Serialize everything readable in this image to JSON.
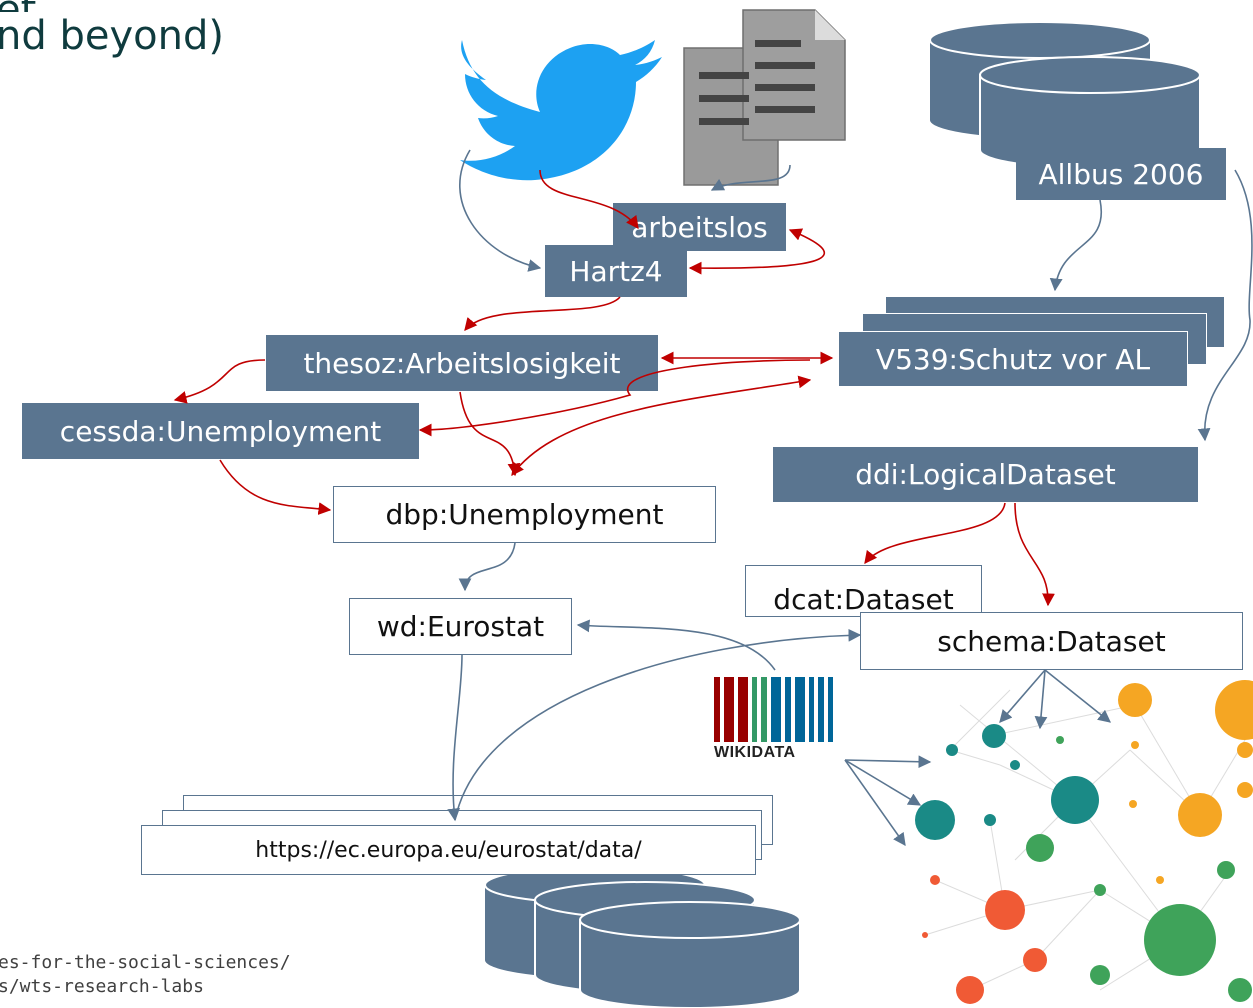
{
  "header": {
    "title_line1": "et",
    "title_line2": "nd beyond)"
  },
  "footer": {
    "line1": "es-for-the-social-sciences/",
    "line2": "s/wts-research-labs"
  },
  "nodes": {
    "arbeitslos": "arbeitslos",
    "hartz4": "Hartz4",
    "allbus": "Allbus 2006",
    "thesoz": "thesoz:Arbeitslosigkeit",
    "v539": "V539:Schutz vor AL",
    "cessda": "cessda:Unemployment",
    "ddi": "ddi:LogicalDataset",
    "dbp": "dbp:Unemployment",
    "dcat": "dcat:Dataset",
    "wd": "wd:Eurostat",
    "schema": "schema:Dataset",
    "eurostat": "https://ec.europa.eu/eurostat/data/"
  },
  "logos": {
    "twitter": "twitter-bird-icon",
    "documents": "documents-icon",
    "wikidata": "WIKIDATA"
  },
  "colors": {
    "node_fill": "#5a7590",
    "blue_edge": "#5a7590",
    "red_edge": "#c00000",
    "twitter": "#1da1f2",
    "title": "#0f3b3e"
  }
}
